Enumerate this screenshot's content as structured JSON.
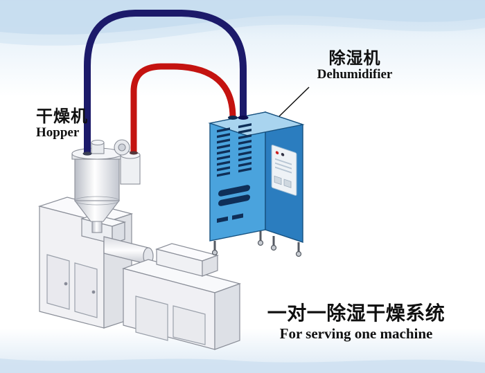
{
  "annotations": {
    "hopper": {
      "cn": "干燥机",
      "en": "Hopper"
    },
    "dehumidifier": {
      "cn": "除湿机",
      "en": "Dehumidifier"
    },
    "caption": {
      "cn": "一对一除湿干燥系统",
      "en": "For serving one machine"
    }
  },
  "colors": {
    "pipe_red": "#c41310",
    "pipe_navy": "#1c1a6a",
    "dehumidifier_front": "#4aa3dd",
    "dehumidifier_side": "#2b7dbf",
    "dehumidifier_top": "#a9d4ef",
    "sky_band": "#c7ddef",
    "bottom_band": "#cfe1f1"
  }
}
